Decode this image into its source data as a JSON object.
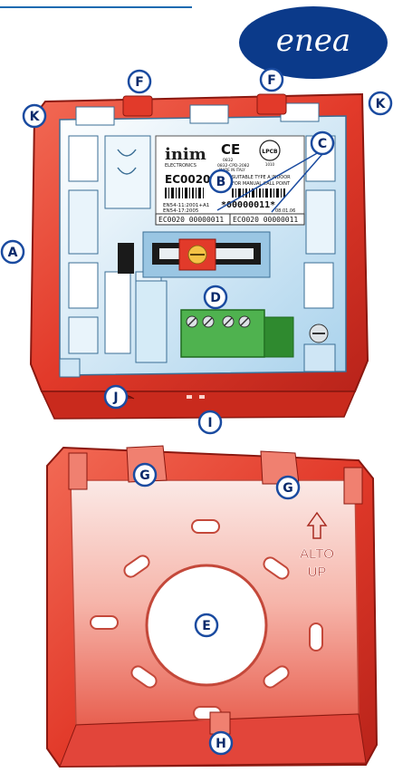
{
  "brand": {
    "logo_text": "enea",
    "color": "#0b3a8a"
  },
  "colors": {
    "housing": "#e23a2a",
    "housing_dark": "#b31f14",
    "housing_light": "#f48a7a",
    "body_blue": "#cfe6f5",
    "terminal_green": "#4fb24f",
    "callout_ring": "#1a4ba0"
  },
  "callouts": {
    "A": "A",
    "B": "B",
    "C": "C",
    "D": "D",
    "E": "E",
    "F": "F",
    "F2": "F",
    "G": "G",
    "G2": "G",
    "H": "H",
    "I": "I",
    "J": "J",
    "K": "K",
    "K2": "K"
  },
  "label": {
    "brand": "inim",
    "brand_sub": "ELECTRONICS",
    "ce": "CE",
    "cert_code": "0832",
    "cpd": "0832-CPD-2082",
    "made_in": "MADE IN ITALY",
    "lpcb": "LPCB",
    "lpcb_num": "1010",
    "model": "EC0020",
    "desc_1": "SUITABLE TYPE A INDOOR",
    "desc_2": "FOR MANUAL CALL POINT",
    "std_1": "EN54-11:2001+A1",
    "std_2": "EN54-17:2005",
    "serial": "*00000011*",
    "date": "08.01.06",
    "sticker_1": "EC0020 00000011",
    "sticker_2": "EC0020 00000011"
  },
  "back_box": {
    "arrow_text_1": "ALTO",
    "arrow_text_2": "UP"
  }
}
